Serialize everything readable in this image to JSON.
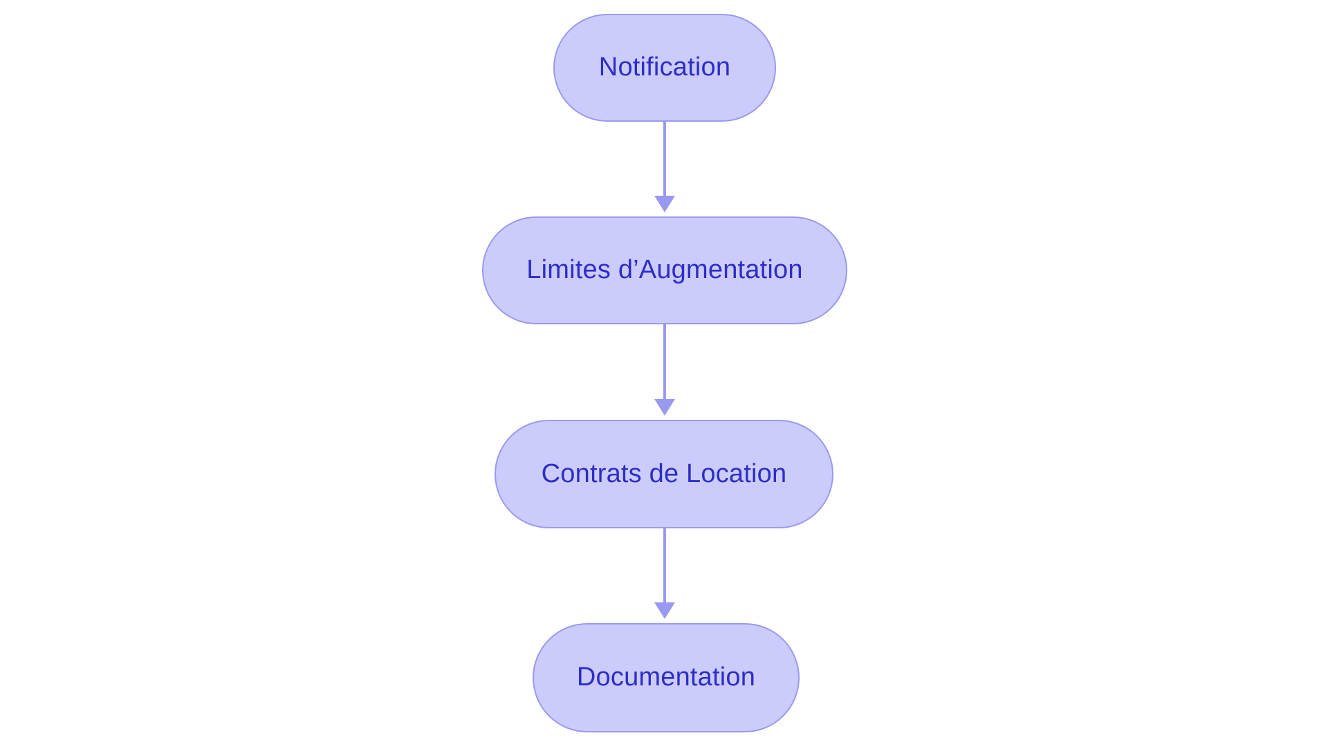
{
  "diagram": {
    "type": "flowchart",
    "orientation": "top-to-bottom",
    "background_color": "#FFFFFF",
    "node_fill_color": "#CCCCFC",
    "node_border_color": "#9999F0",
    "node_text_color": "#2D2DC8",
    "edge_color": "#9999F0",
    "nodes": [
      {
        "id": "notification",
        "label": "Notification"
      },
      {
        "id": "limites",
        "label": "Limites d’Augmentation"
      },
      {
        "id": "contrats",
        "label": "Contrats de Location"
      },
      {
        "id": "documentation",
        "label": "Documentation"
      }
    ],
    "edges": [
      {
        "from": "notification",
        "to": "limites",
        "label": "",
        "arrow": "arrowhead-down-icon"
      },
      {
        "from": "limites",
        "to": "contrats",
        "label": "",
        "arrow": "arrowhead-down-icon"
      },
      {
        "from": "contrats",
        "to": "documentation",
        "label": "",
        "arrow": "arrowhead-down-icon"
      }
    ]
  }
}
